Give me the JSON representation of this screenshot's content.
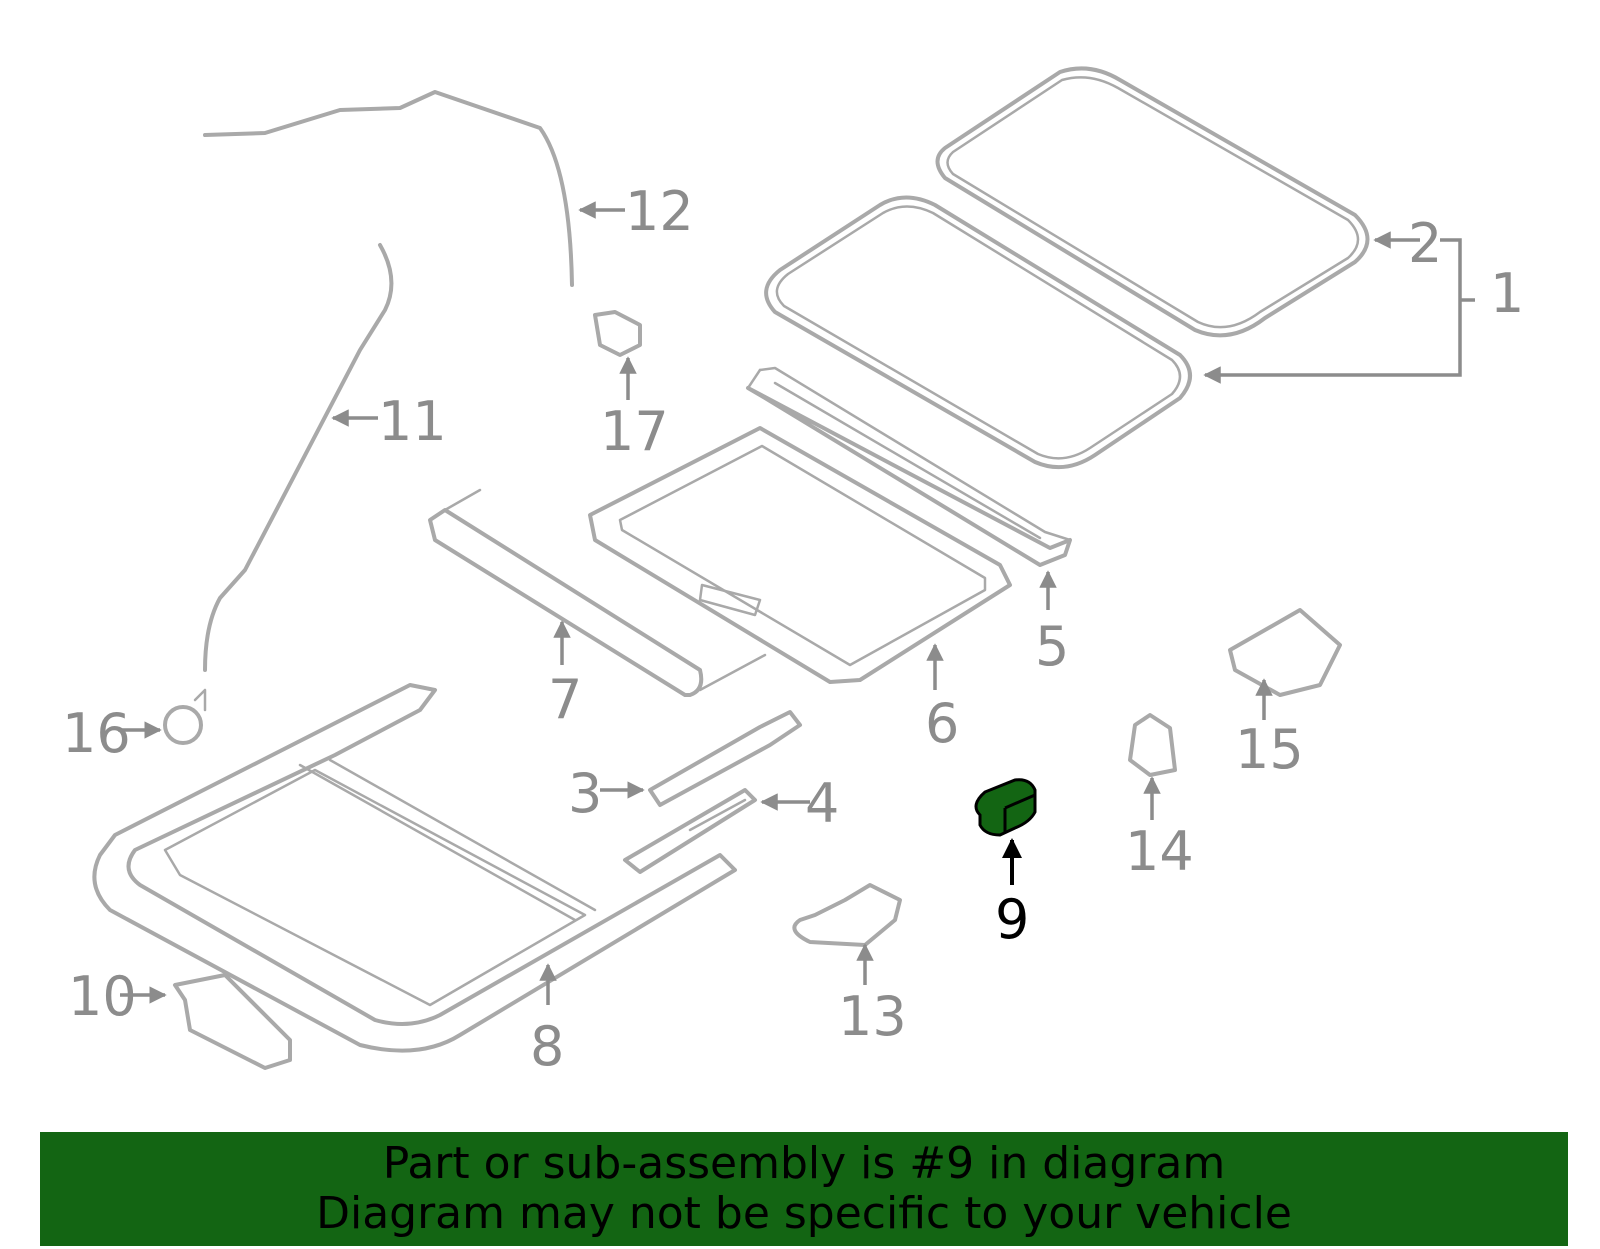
{
  "colors": {
    "banner_bg": "#136513",
    "highlight_fill": "#136513",
    "part_stroke": "#a9a9a9",
    "label_gray": "#8c8c8c",
    "label_black": "#000000"
  },
  "callouts": {
    "c1": "1",
    "c2": "2",
    "c3": "3",
    "c4": "4",
    "c5": "5",
    "c6": "6",
    "c7": "7",
    "c8": "8",
    "c9": "9",
    "c10": "10",
    "c11": "11",
    "c12": "12",
    "c13": "13",
    "c14": "14",
    "c15": "15",
    "c16": "16",
    "c17": "17"
  },
  "highlighted_part": "9",
  "banner": {
    "line1": "Part or sub-assembly is #9 in diagram",
    "line2": "Diagram may not be specific to your vehicle"
  }
}
